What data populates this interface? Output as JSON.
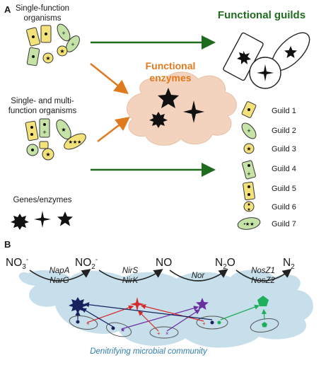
{
  "panel_a": {
    "label": "A",
    "single_function": [
      "Single-function",
      "organisms"
    ],
    "multi_function": [
      "Single- and multi-",
      "function organisms"
    ],
    "genes": "Genes/enzymes",
    "functional_enzymes": [
      "Functional",
      "enzymes"
    ],
    "functional_guilds": "Functional guilds",
    "guilds": [
      "Guild 1",
      "Guild 2",
      "Guild 3",
      "Guild 4",
      "Guild 5",
      "Guild 6",
      "Guild 7"
    ]
  },
  "panel_b": {
    "label": "B",
    "compounds": [
      {
        "base": "NO",
        "sub": "3",
        "sup": "-"
      },
      {
        "base": "NO",
        "sub": "2",
        "sup": "-"
      },
      {
        "base": "NO",
        "sub": "",
        "sup": ""
      },
      {
        "base": "N",
        "sub": "2",
        "sup": "",
        "tail": "O"
      },
      {
        "base": "N",
        "sub": "2",
        "sup": ""
      }
    ],
    "enzymes": [
      [
        "NapA",
        "NarG"
      ],
      [
        "NirS",
        "NirK"
      ],
      [
        "Nor"
      ],
      [
        "NosZ1",
        "NosZ2"
      ]
    ],
    "community": "Denitrifying microbial community"
  },
  "colors": {
    "green_arrow": "#1f6b1f",
    "orange_arrow": "#e07a1f",
    "cloud": "#f3d3bd",
    "blue_cloud": "#b3d4e4",
    "enzyme_navy": "#16215e",
    "enzyme_red": "#d42a2a",
    "enzyme_purple": "#6a2fa0",
    "enzyme_green": "#1fae5a",
    "cell_yellow": "#f3e17a",
    "cell_green": "#c5e3a6"
  }
}
